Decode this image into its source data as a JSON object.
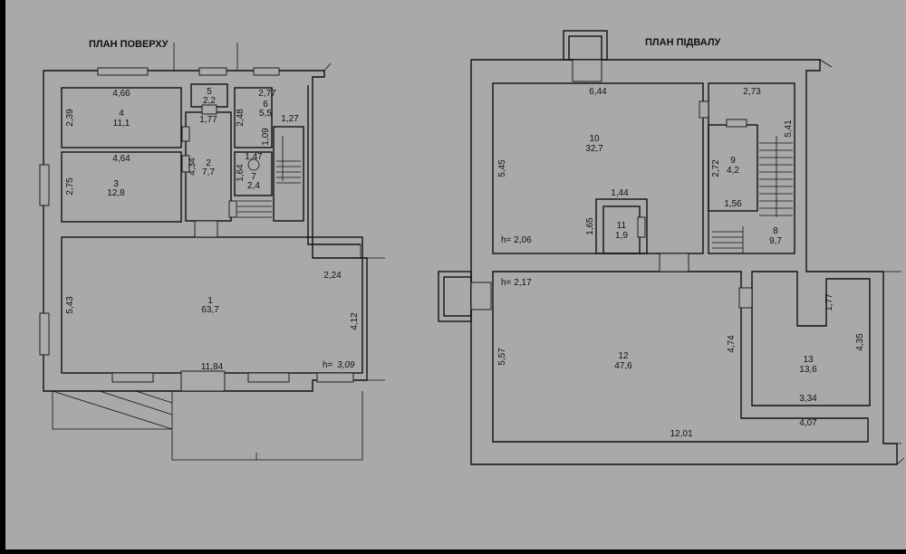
{
  "colors": {
    "background": "#a9a9a9",
    "frame": "#000000",
    "line": "#111111"
  },
  "floor_plan": {
    "title": "ПЛАН ПОВЕРХУ",
    "rooms": [
      {
        "number": "1",
        "area": "63,7"
      },
      {
        "number": "2",
        "area": "7,7"
      },
      {
        "number": "3",
        "area": "12,8"
      },
      {
        "number": "4",
        "area": "11,1"
      },
      {
        "number": "5",
        "area": "2,2"
      },
      {
        "number": "6",
        "area": "5,5"
      },
      {
        "number": "7",
        "area": "2,4"
      }
    ],
    "dims": {
      "r4_w": "4,66",
      "r4_h": "2,39",
      "r3_w": "4,64",
      "r3_h": "2,75",
      "r2_w": "1,77",
      "r2_h": "4,34",
      "r6_w": "2,77",
      "r6_h": "2,48",
      "stair_w": "1,27",
      "d109": "1,09",
      "r7_w": "1,47",
      "r7_h": "1,64",
      "r1_w": "11,84",
      "r1_h": "5,43",
      "r1_side": "4,12",
      "r1_top": "2,24",
      "height_label": "h=",
      "height_value": "3,09"
    }
  },
  "basement_plan": {
    "title": "ПЛАН ПІДВАЛУ",
    "rooms": [
      {
        "number": "8",
        "area": "9,7"
      },
      {
        "number": "9",
        "area": "4,2"
      },
      {
        "number": "10",
        "area": "32,7"
      },
      {
        "number": "11",
        "area": "1,9"
      },
      {
        "number": "12",
        "area": "47,6"
      },
      {
        "number": "13",
        "area": "13,6"
      }
    ],
    "dims": {
      "r10_w": "6,44",
      "r10_h": "5,45",
      "r11_w": "1,44",
      "r11_h": "1,65",
      "r9_w": "2,73",
      "r9_h": "2,72",
      "r9_bottom": "1,56",
      "stair_len": "5,41",
      "r12_w": "12,01",
      "r12_h": "5,57",
      "r12_side": "4,74",
      "r13_w": "3,34",
      "r13_h": "4,35",
      "r13_notch": "1,77",
      "bottom_w": "4,07",
      "h10": "h= 2,06",
      "h12": "h= 2,17"
    }
  }
}
